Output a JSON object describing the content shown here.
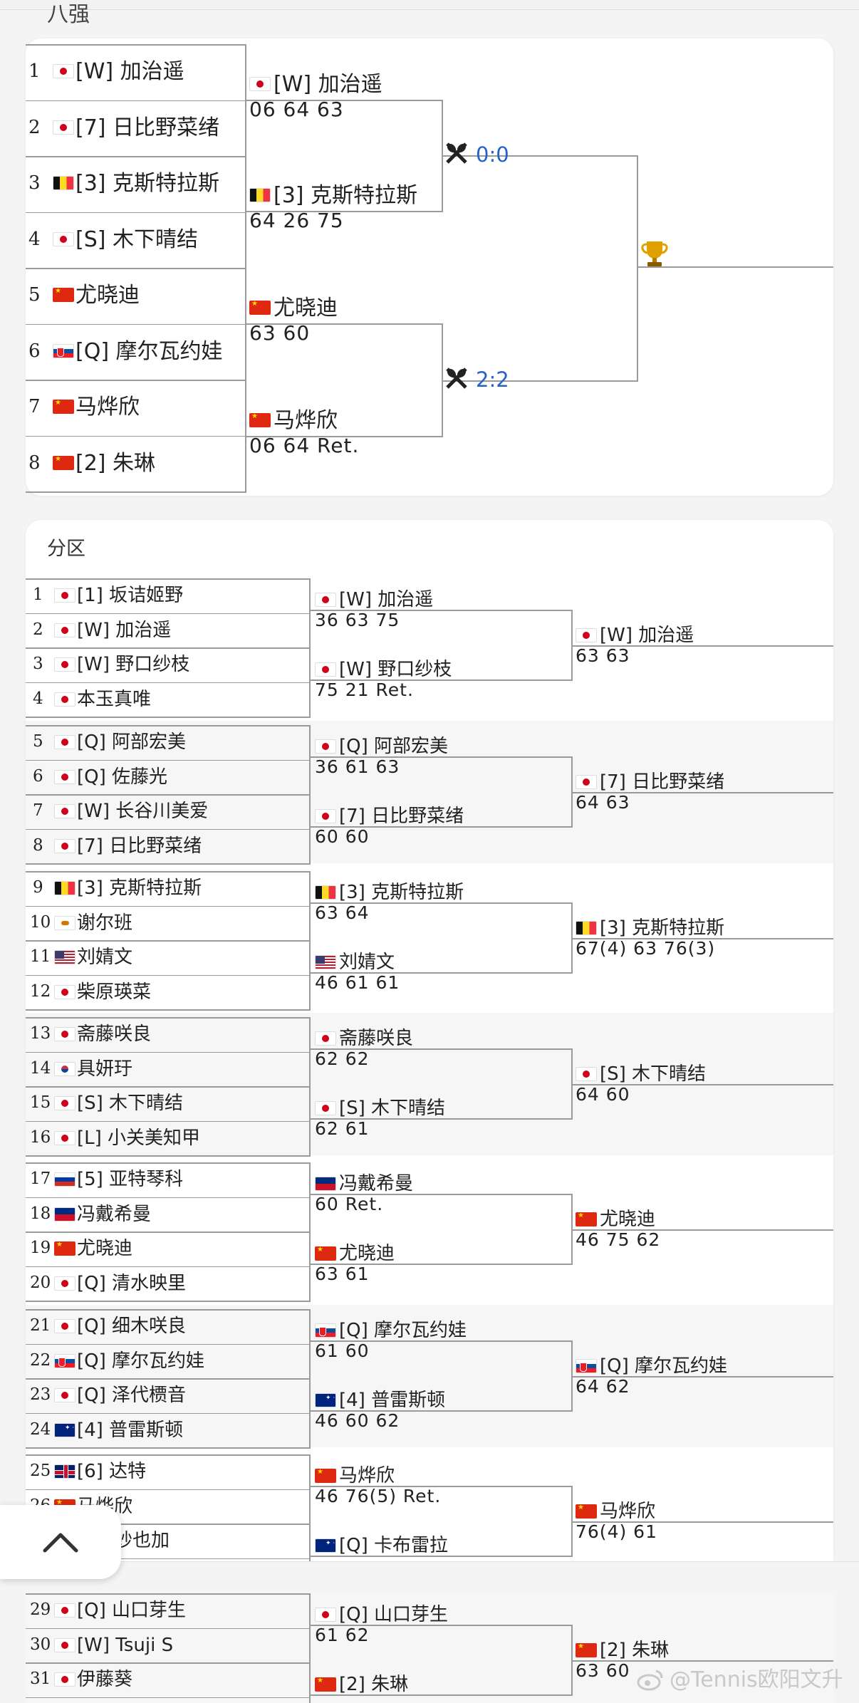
{
  "qf": {
    "title": "八强",
    "players": [
      {
        "num": "1",
        "flag": "jp",
        "name": "[W] 加治遥"
      },
      {
        "num": "2",
        "flag": "jp",
        "name": "[7] 日比野菜绪"
      },
      {
        "num": "3",
        "flag": "be",
        "name": "[3] 克斯特拉斯"
      },
      {
        "num": "4",
        "flag": "jp",
        "name": "[S] 木下晴结"
      },
      {
        "num": "5",
        "flag": "cn",
        "name": "尤晓迪"
      },
      {
        "num": "6",
        "flag": "sk",
        "name": "[Q] 摩尔瓦约娃"
      },
      {
        "num": "7",
        "flag": "cn",
        "name": "马烨欣"
      },
      {
        "num": "8",
        "flag": "cn",
        "name": "[2] 朱琳"
      }
    ],
    "winners": [
      {
        "flag": "jp",
        "name": "[W] 加治遥",
        "score": "06 64 63"
      },
      {
        "flag": "be",
        "name": "[3] 克斯特拉斯",
        "score": "64 26 75"
      },
      {
        "flag": "cn",
        "name": "尤晓迪",
        "score": "63 60"
      },
      {
        "flag": "cn",
        "name": "马烨欣",
        "score": "06 64 Ret."
      }
    ],
    "h2h": [
      "0:0",
      "2:2"
    ],
    "trophy_icon": "trophy-icon"
  },
  "draw": {
    "title": "分区",
    "sections": [
      {
        "players": [
          {
            "num": "1",
            "flag": "jp",
            "name": "[1] 坂诘姬野"
          },
          {
            "num": "2",
            "flag": "jp",
            "name": "[W] 加治遥"
          },
          {
            "num": "3",
            "flag": "jp",
            "name": "[W] 野口纱枝"
          },
          {
            "num": "4",
            "flag": "jp",
            "name": "本玉真唯"
          }
        ],
        "r2": [
          {
            "flag": "jp",
            "name": "[W] 加治遥",
            "score": "36 63 75"
          },
          {
            "flag": "jp",
            "name": "[W] 野口纱枝",
            "score": "75 21 Ret."
          }
        ],
        "r3": {
          "flag": "jp",
          "name": "[W] 加治遥",
          "score": "63 63"
        }
      },
      {
        "players": [
          {
            "num": "5",
            "flag": "jp",
            "name": "[Q] 阿部宏美"
          },
          {
            "num": "6",
            "flag": "jp",
            "name": "[Q] 佐藤光"
          },
          {
            "num": "7",
            "flag": "jp",
            "name": "[W] 长谷川美爱"
          },
          {
            "num": "8",
            "flag": "jp",
            "name": "[7] 日比野菜绪"
          }
        ],
        "r2": [
          {
            "flag": "jp",
            "name": "[Q] 阿部宏美",
            "score": "36 61 63"
          },
          {
            "flag": "jp",
            "name": "[7] 日比野菜绪",
            "score": "60 60"
          }
        ],
        "r3": {
          "flag": "jp",
          "name": "[7] 日比野菜绪",
          "score": "64 63"
        }
      },
      {
        "players": [
          {
            "num": "9",
            "flag": "be",
            "name": "[3] 克斯特拉斯"
          },
          {
            "num": "10",
            "flag": "cy",
            "name": "谢尔班"
          },
          {
            "num": "11",
            "flag": "us",
            "name": "刘婧文"
          },
          {
            "num": "12",
            "flag": "jp",
            "name": "柴原瑛菜"
          }
        ],
        "r2": [
          {
            "flag": "be",
            "name": "[3] 克斯特拉斯",
            "score": "63 64"
          },
          {
            "flag": "us",
            "name": "刘婧文",
            "score": "46 61 61"
          }
        ],
        "r3": {
          "flag": "be",
          "name": "[3] 克斯特拉斯",
          "score": "67(4) 63 76(3)"
        }
      },
      {
        "players": [
          {
            "num": "13",
            "flag": "jp",
            "name": "斋藤咲良"
          },
          {
            "num": "14",
            "flag": "kr",
            "name": "具妍玗"
          },
          {
            "num": "15",
            "flag": "jp",
            "name": "[S] 木下晴结"
          },
          {
            "num": "16",
            "flag": "jp",
            "name": "[L] 小关美知甲"
          }
        ],
        "r2": [
          {
            "flag": "jp",
            "name": "斋藤咲良",
            "score": "62 62"
          },
          {
            "flag": "jp",
            "name": "[S] 木下晴结",
            "score": "62 61"
          }
        ],
        "r3": {
          "flag": "jp",
          "name": "[S] 木下晴结",
          "score": "64 60"
        }
      },
      {
        "players": [
          {
            "num": "17",
            "flag": "ru",
            "name": "[5] 亚特琴科"
          },
          {
            "num": "18",
            "flag": "li",
            "name": "冯戴希曼"
          },
          {
            "num": "19",
            "flag": "cn",
            "name": "尤晓迪"
          },
          {
            "num": "20",
            "flag": "jp",
            "name": "[Q] 清水映里"
          }
        ],
        "r2": [
          {
            "flag": "li",
            "name": "冯戴希曼",
            "score": "60 Ret."
          },
          {
            "flag": "cn",
            "name": "尤晓迪",
            "score": "63 61"
          }
        ],
        "r3": {
          "flag": "cn",
          "name": "尤晓迪",
          "score": "46 75 62"
        }
      },
      {
        "players": [
          {
            "num": "21",
            "flag": "jp",
            "name": "[Q] 细木咲良"
          },
          {
            "num": "22",
            "flag": "sk",
            "name": "[Q] 摩尔瓦约娃"
          },
          {
            "num": "23",
            "flag": "jp",
            "name": "[Q] 泽代槚音"
          },
          {
            "num": "24",
            "flag": "au",
            "name": "[4] 普雷斯顿"
          }
        ],
        "r2": [
          {
            "flag": "sk",
            "name": "[Q] 摩尔瓦约娃",
            "score": "61 60"
          },
          {
            "flag": "au",
            "name": "[4] 普雷斯顿",
            "score": "46 60 62"
          }
        ],
        "r3": {
          "flag": "sk",
          "name": "[Q] 摩尔瓦约娃",
          "score": "64 62"
        }
      },
      {
        "players": [
          {
            "num": "25",
            "flag": "gb",
            "name": "[6] 达特"
          },
          {
            "num": "26",
            "flag": "cn",
            "name": "马烨欣"
          },
          {
            "num": "",
            "flag": "",
            "name": "石井纱也加"
          }
        ],
        "r2": [
          {
            "flag": "cn",
            "name": "马烨欣",
            "score": "46 76(5) Ret."
          },
          {
            "flag": "au",
            "name": "[Q] 卡布雷拉",
            "score": ""
          }
        ],
        "r3": {
          "flag": "cn",
          "name": "马烨欣",
          "score": "76(4) 61"
        }
      },
      {
        "players": [
          {
            "num": "29",
            "flag": "jp",
            "name": "[Q] 山口芽生"
          },
          {
            "num": "30",
            "flag": "jp",
            "name": "[W] Tsuji S"
          },
          {
            "num": "31",
            "flag": "jp",
            "name": "伊藤葵"
          }
        ],
        "r2": [
          {
            "flag": "jp",
            "name": "[Q] 山口芽生",
            "score": "61 62"
          },
          {
            "flag": "cn",
            "name": "[2] 朱琳",
            "score": ""
          }
        ],
        "r3": {
          "flag": "cn",
          "name": "[2] 朱琳",
          "score": "63 60"
        }
      }
    ]
  },
  "watermark": "@Tennis欧阳文升",
  "scroll_icon": "chevron-up-icon"
}
